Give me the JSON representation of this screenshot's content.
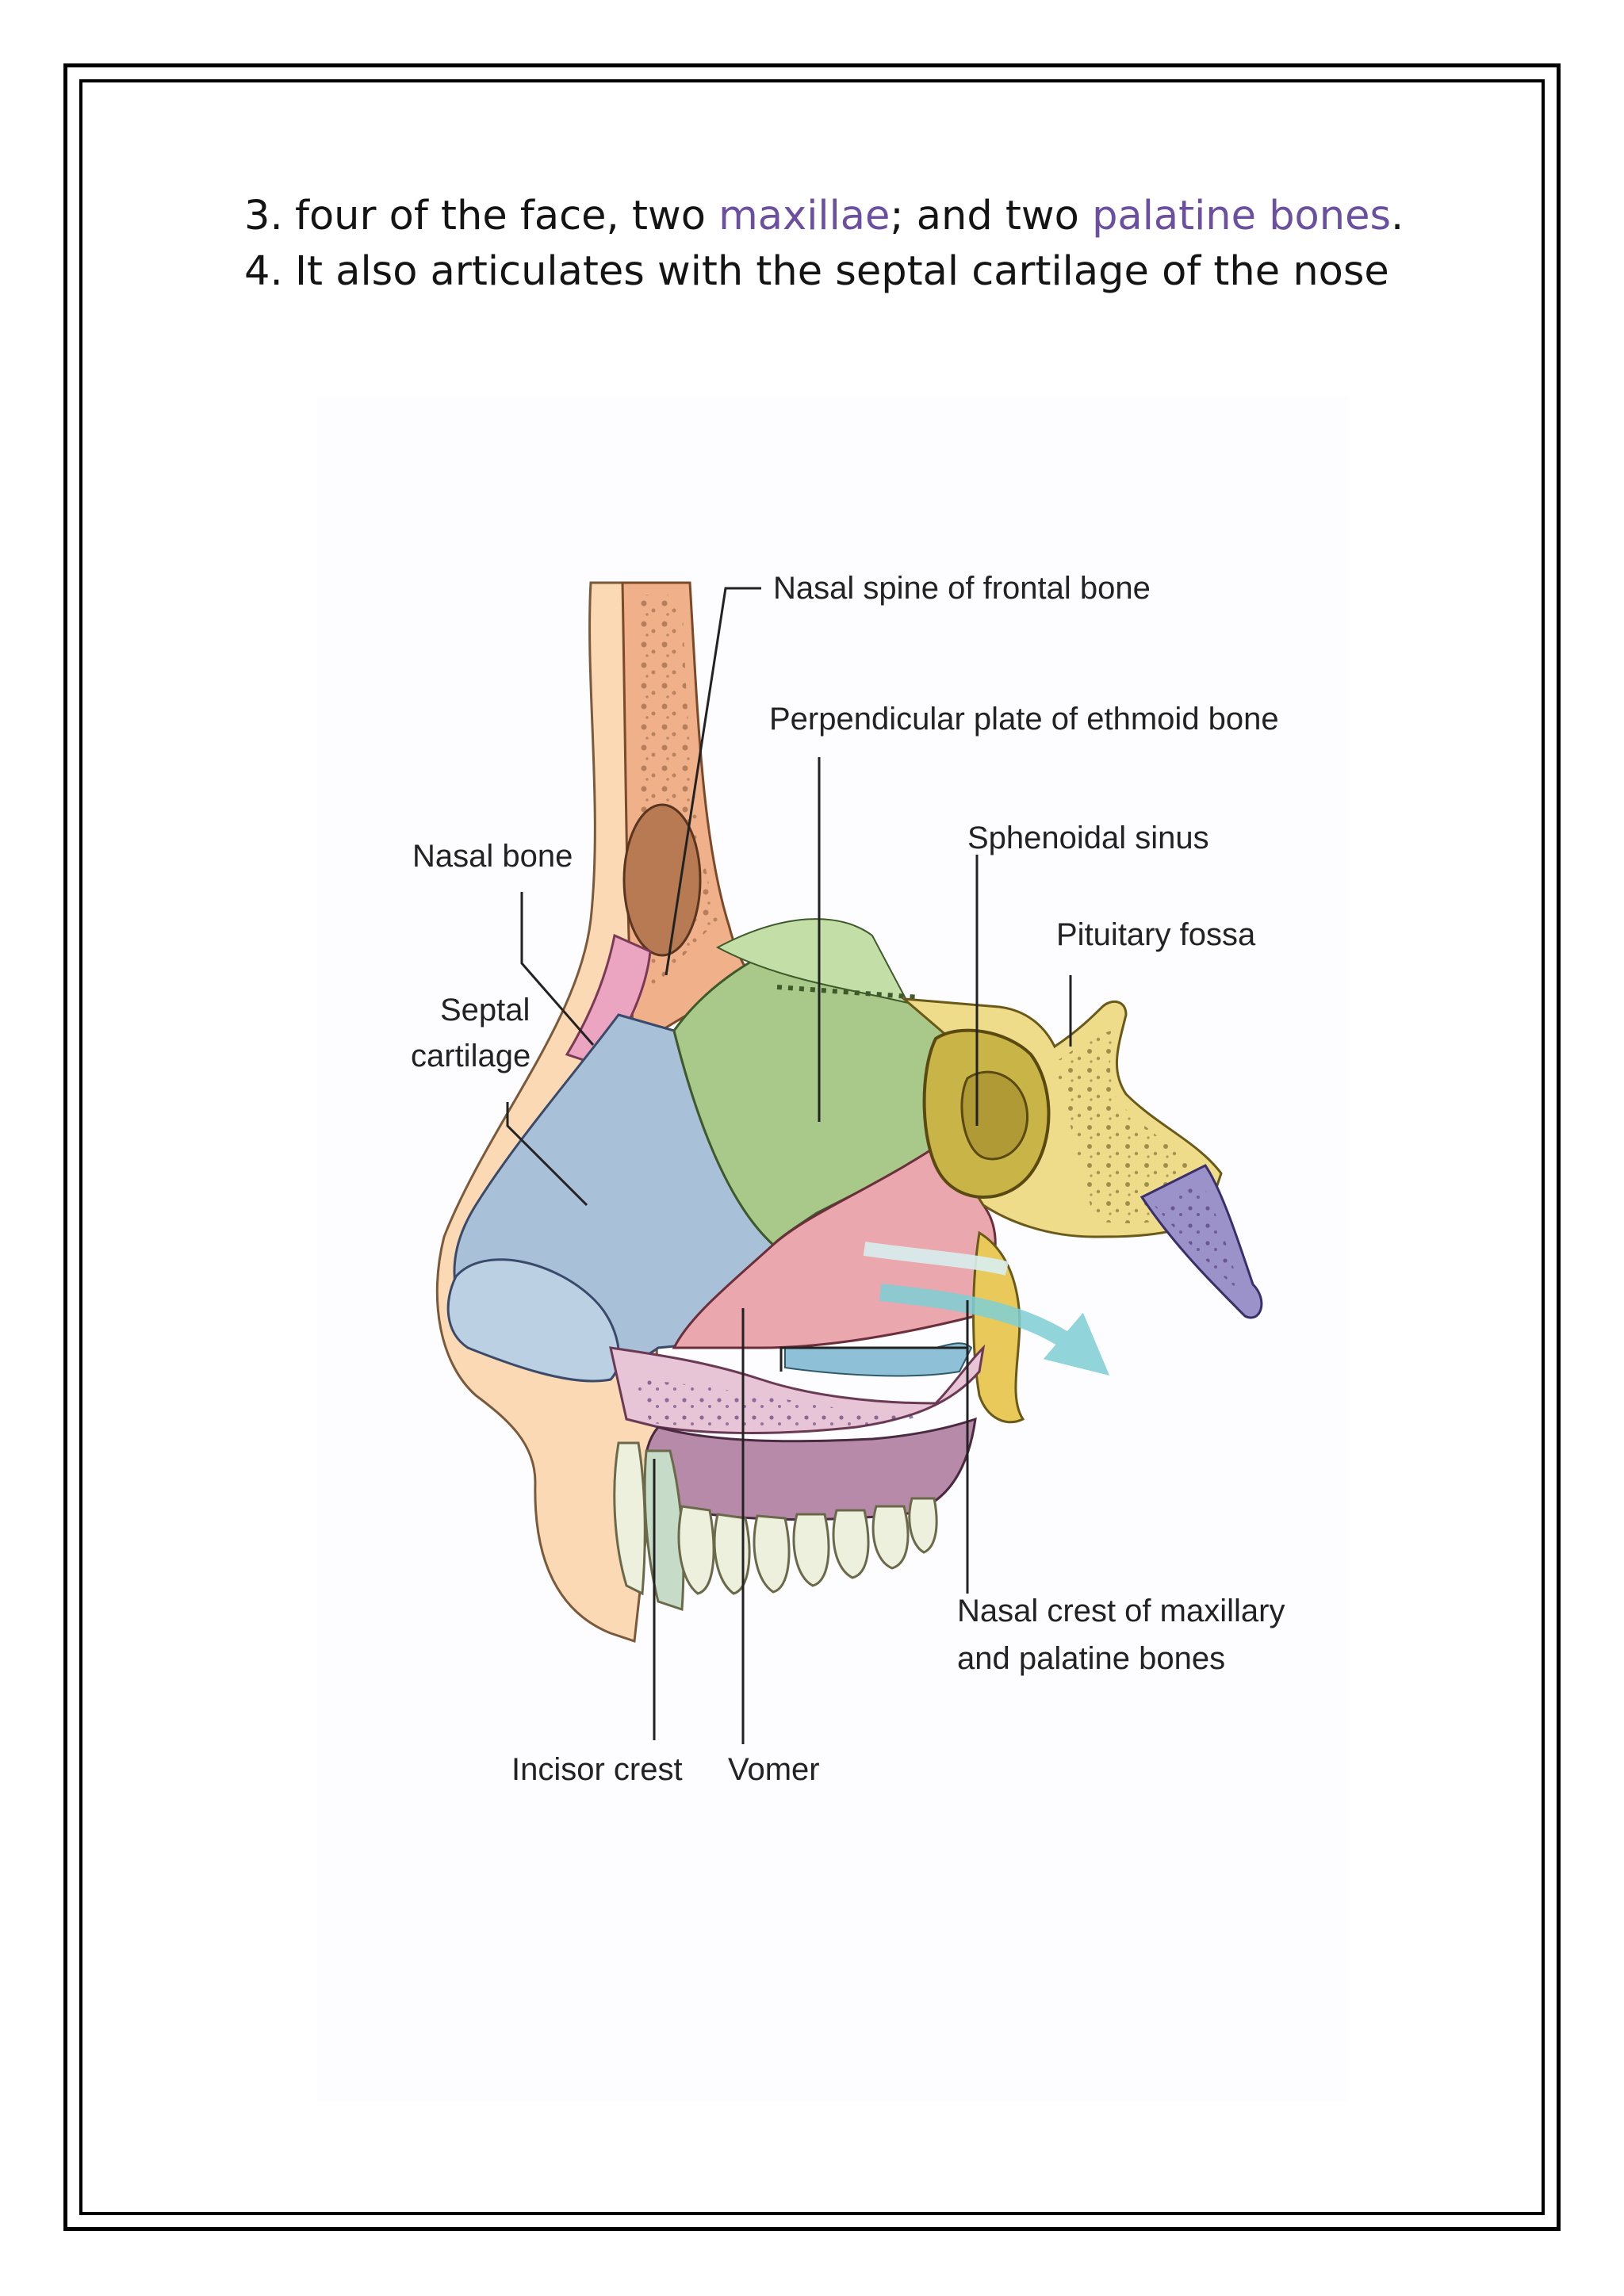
{
  "list": [
    {
      "number": "3.",
      "segments": [
        "four of the face, two ",
        "maxillae",
        "; and two ",
        "palatine bones",
        "."
      ]
    },
    {
      "number": "4.",
      "text": "It also articulates with the septal cartilage of the nose"
    }
  ],
  "colors": {
    "highlight": "#6b4fa0",
    "text": "#141414"
  },
  "figure": {
    "labels": {
      "nasal_spine": "Nasal spine of frontal bone",
      "perpendicular_plate": "Perpendicular plate of ethmoid bone",
      "sphenoidal_sinus": "Sphenoidal sinus",
      "pituitary_fossa": "Pituitary fossa",
      "nasal_bone": "Nasal bone",
      "septal_line1": "Septal",
      "septal_line2": "cartilage",
      "nasal_crest_line1": "Nasal crest of maxillary",
      "nasal_crest_line2": "and palatine bones",
      "incisor_crest": "Incisor crest",
      "vomer": "Vomer"
    }
  }
}
